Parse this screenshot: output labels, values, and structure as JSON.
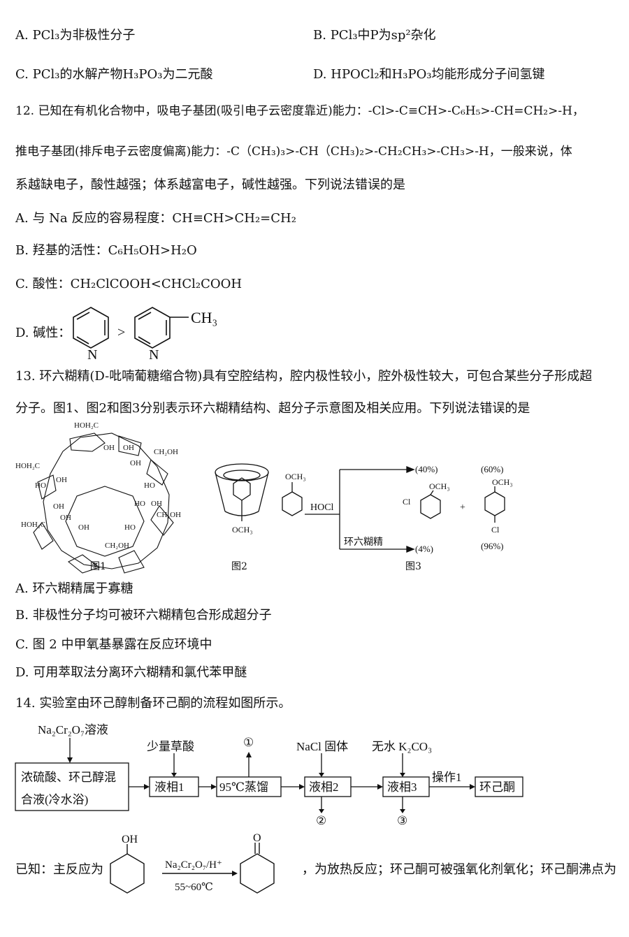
{
  "q11_options": {
    "A": {
      "letter": "A.",
      "text": "PCl₃为非极性分子"
    },
    "B": {
      "letter": "B.",
      "text": "PCl₃中P为sp²杂化"
    },
    "C": {
      "letter": "C.",
      "text": "PCl₃的水解产物H₃PO₃为二元酸"
    },
    "D": {
      "letter": "D.",
      "text": "HPOCl₂和H₃PO₃均能形成分子间氢键"
    }
  },
  "q12": {
    "line1": "12. 已知在有机化合物中，吸电子基团(吸引电子云密度靠近)能力：-Cl>-C≡CH>-C₆H₅>-CH=CH₂>-H，",
    "line2": "推电子基团(排斥电子云密度偏离)能力：-C（CH₃)₃>-CH（CH₃)₂>-CH₂CH₃>-CH₃>-H，一般来说，体",
    "line3": "系越缺电子，酸性越强；体系越富电子，碱性越强。下列说法错误的是",
    "optA": "A. 与 Na 反应的容易程度：CH≡CH>CH₂=CH₂",
    "optB": "B. 羟基的活性：C₆H₅OH>H₂O",
    "optC": "C. 酸性：CH₂ClCOOH<CHCl₂COOH",
    "optD_label": "D. 碱性：",
    "optD_gt": ">",
    "optD_N1": "N",
    "optD_N2": "N",
    "optD_ch3": "CH₃"
  },
  "q13": {
    "line1": "13. 环六糊精(D-吡喃葡糖缩合物)具有空腔结构，腔内极性较小，腔外极性较大，可包合某些分子形成超",
    "line2": "分子。图1、图2和图3分别表示环六糊精结构、超分子示意图及相关应用。下列说法错误的是",
    "fig1_labels": [
      "HOH₂C",
      "OH",
      "OH",
      "CH₂OH",
      "HOH₂C",
      "OH",
      "OH",
      "HO",
      "HO",
      "OH",
      "HO",
      "OH",
      "CH₂OH",
      "HOH₂C",
      "OH",
      "HO",
      "CH₂OH",
      "OH"
    ],
    "fig2_label": "OCH₃",
    "fig3": {
      "reactant": "OCH₃",
      "reagent": "HOCl",
      "catalyst": "环六糊精",
      "pct_top_left": "(40%)",
      "pct_top_right": "(60%)",
      "pct_bottom_left": "(4%)",
      "pct_bottom_right": "(96%)",
      "product1_sub": "OCH₃",
      "product1_cl": "Cl",
      "product2_sub": "OCH₃",
      "product2_cl": "Cl",
      "plus": "+"
    },
    "captions": [
      "图1",
      "图2",
      "图3"
    ],
    "optA": "A. 环六糊精属于寡糖",
    "optB": "B. 非极性分子均可被环六糊精包合形成超分子",
    "optC": "C. 图 2 中甲氧基暴露在反应环境中",
    "optD": "D. 可用萃取法分离环六糊精和氯代苯甲醚"
  },
  "q14": {
    "line1": "14. 实验室由环己醇制备环己酮的流程如图所示。",
    "flow": {
      "reagent_top": "Na₂Cr₂O₇溶液",
      "start_box_line1": "浓硫酸、环己醇混",
      "start_box_line2": "合液(冷水浴)",
      "step1_reagent": "少量草酸",
      "box1": "液相1",
      "box2": "95℃蒸馏",
      "out1": "①",
      "step3_reagent": "NaCl 固体",
      "box3": "液相2",
      "out2": "②",
      "step4_reagent": "无水 K₂CO₃",
      "box4": "液相3",
      "out3": "③",
      "op": "操作1",
      "box5": "环己酮"
    },
    "known_label": "已知：主反应为",
    "reactant_group": "OH",
    "product_group": "O",
    "condition_top": "Na₂Cr₂O₇/H⁺",
    "condition_bottom": "55~60℃",
    "known_tail": "，为放热反应；环己酮可被强氧化剂氧化；环己酮沸点为"
  }
}
